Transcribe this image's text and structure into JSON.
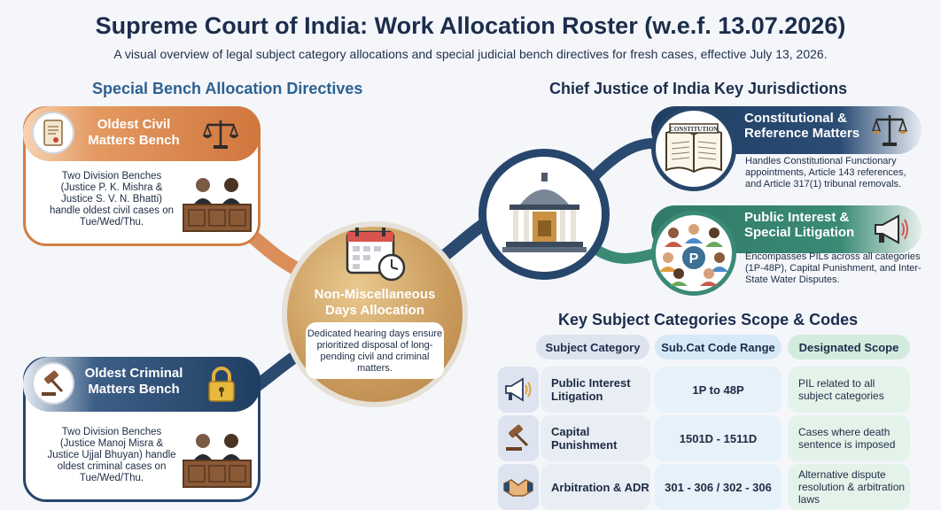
{
  "header": {
    "title": "Supreme Court of India: Work Allocation Roster (w.e.f. 13.07.2026)",
    "subtitle": "A visual overview of legal subject category allocations and special judicial bench directives for fresh cases, effective July 13, 2026."
  },
  "left_section": {
    "title": "Special Bench Allocation Directives",
    "civil": {
      "title": "Oldest Civil Matters Bench",
      "desc": "Two Division Benches (Justice P. K. Mishra & Justice S. V. N. Bhatti) handle oldest civil cases on Tue/Wed/Thu."
    },
    "criminal": {
      "title": "Oldest Criminal Matters Bench",
      "desc": "Two Division Benches (Justice Manoj Misra & Justice Ujjal Bhuyan) handle oldest criminal cases on Tue/Wed/Thu."
    }
  },
  "center": {
    "title": "Non-Miscellaneous Days Allocation",
    "desc": "Dedicated hearing days ensure prioritized disposal of long-pending civil and criminal matters."
  },
  "right_section": {
    "title": "Chief Justice of India Key Jurisdictions",
    "sc_label": "CONSTITUTION",
    "constitutional": {
      "title": "Constitutional & Reference Matters",
      "desc": "Handles Constitutional Functionary appointments, Article 143 references, and Article 317(1) tribunal removals."
    },
    "pil": {
      "title": "Public Interest & Special Litigation",
      "desc": "Encompasses PILs across all categories (1P-48P), Capital Punishment, and Inter-State Water Disputes.",
      "badge": "P"
    }
  },
  "table": {
    "title": "Key Subject Categories Scope & Codes",
    "headers": [
      "Subject Category",
      "Sub.Cat Code Range",
      "Designated Scope"
    ],
    "rows": [
      {
        "icon": "megaphone-icon",
        "category": "Public Interest Litigation",
        "code": "1P to 48P",
        "scope": "PIL related to all subject categories"
      },
      {
        "icon": "gavel-icon",
        "category": "Capital Punishment",
        "code": "1501D - 1511D",
        "scope": "Cases where death sentence is imposed"
      },
      {
        "icon": "handshake-icon",
        "category": "Arbitration & ADR",
        "code": "301 - 306 / 302 - 306",
        "scope": "Alternative dispute resolution & arbitration laws"
      }
    ]
  },
  "colors": {
    "navy": "#27466b",
    "orange": "#d27d43",
    "gold": "#c8995a",
    "teal": "#3a8a76"
  }
}
